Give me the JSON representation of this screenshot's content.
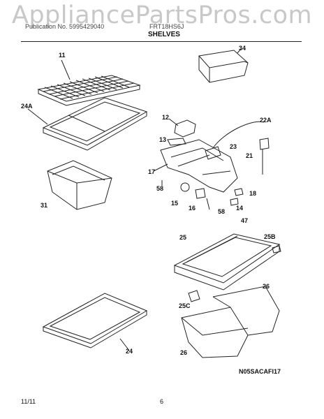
{
  "watermark": "AppliancePartsPros.com",
  "header": {
    "left": "Publication No. 5995429040",
    "right": "FRT18HS6J",
    "title": "SHELVES"
  },
  "callouts": [
    "11",
    "34",
    "24A",
    "12",
    "22A",
    "13",
    "23",
    "21",
    "17",
    "58",
    "18",
    "15",
    "16",
    "58",
    "14",
    "31",
    "25",
    "47",
    "25B",
    "26",
    "25C",
    "26",
    "24"
  ],
  "drawing_code": "N05SACAFI17",
  "footer": {
    "date": "11/11",
    "page": "6"
  }
}
